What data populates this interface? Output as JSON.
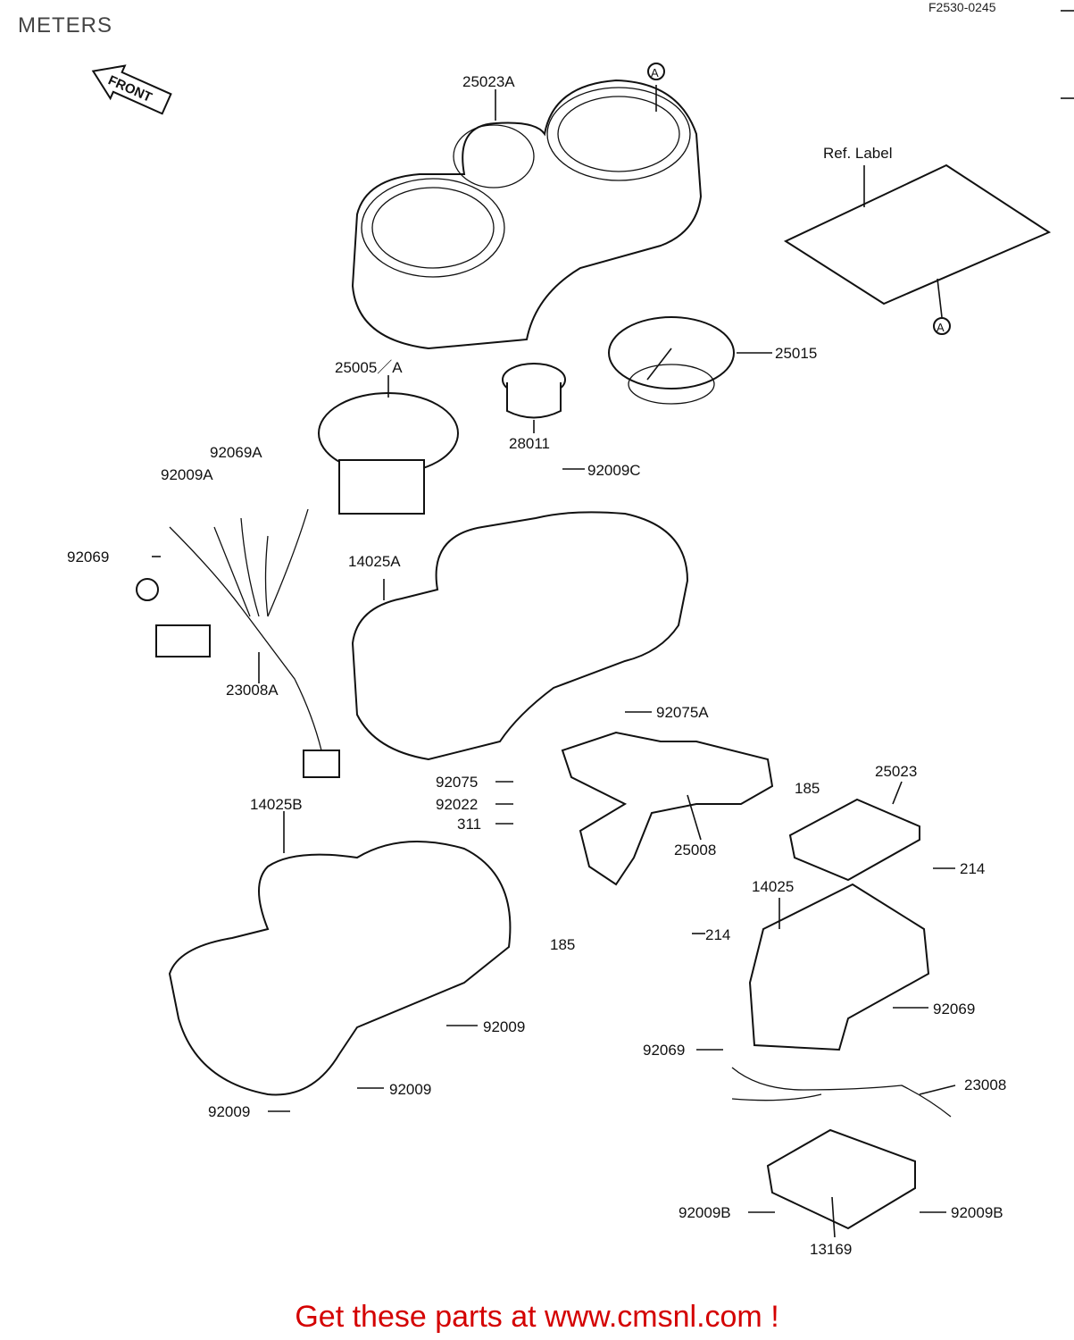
{
  "header": {
    "title": "METERS",
    "figure_code": "F2530-0245"
  },
  "front_arrow": {
    "label": "FRONT"
  },
  "ref_label": {
    "text": "Ref. Label",
    "marker": "A"
  },
  "markers": {
    "a_top": "A",
    "a_label": "A"
  },
  "callouts": {
    "p25023A": "25023A",
    "p25015": "25015",
    "p25005A": "25005／A",
    "p28011": "28011",
    "p92069A": "92069A",
    "p92009A": "92009A",
    "p92009C": "92009C",
    "p92069_left": "92069",
    "p14025A": "14025A",
    "p23008A": "23008A",
    "p92075A": "92075A",
    "p92075": "92075",
    "p92022": "92022",
    "p311": "311",
    "p185_right": "185",
    "p25023": "25023",
    "p14025B": "14025B",
    "p25008": "25008",
    "p214_right": "214",
    "p14025": "14025",
    "p185_bottom": "185",
    "p214_left": "214",
    "p92009_a": "92009",
    "p92069_r1": "92069",
    "p92069_r2": "92069",
    "p92009_b": "92009",
    "p23008": "23008",
    "p92009_c": "92009",
    "p92009B_left": "92009B",
    "p92009B_right": "92009B",
    "p13169": "13169"
  },
  "footer": {
    "text": "Get these parts at www.cmsnl.com !"
  }
}
